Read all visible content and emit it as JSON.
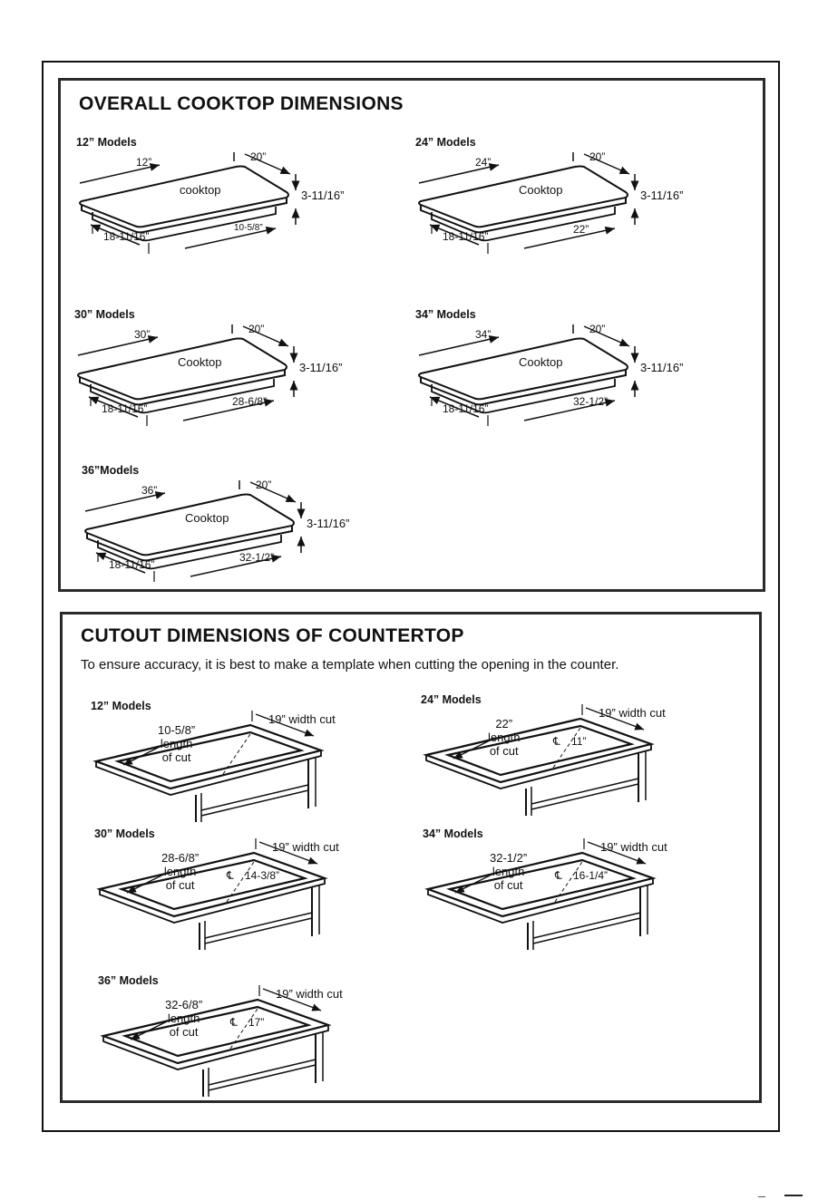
{
  "overall": {
    "title": "OVERALL COOKTOP DIMENSIONS",
    "models": [
      {
        "label": "12” Models",
        "width": "12”",
        "depth": "20”",
        "name": "cooktop",
        "height": "3-11/16”",
        "bottom_depth": "18-11/16”",
        "bottom_width": "10-5/8”"
      },
      {
        "label": "24” Models",
        "width": "24”",
        "depth": "20”",
        "name": "Cooktop",
        "height": "3-11/16”",
        "bottom_depth": "18-11/16”",
        "bottom_width": "22”"
      },
      {
        "label": "30” Models",
        "width": "30”",
        "depth": "20”",
        "name": "Cooktop",
        "height": "3-11/16”",
        "bottom_depth": "18-11/16”",
        "bottom_width": "28-6/8”"
      },
      {
        "label": "34” Models",
        "width": "34”",
        "depth": "20”",
        "name": "Cooktop",
        "height": "3-11/16”",
        "bottom_depth": "18-11/16”",
        "bottom_width": "32-1/2”"
      },
      {
        "label": "36”Models",
        "width": "36”",
        "depth": "20”",
        "name": "Cooktop",
        "height": "3-11/16”",
        "bottom_depth": "18-11/16”",
        "bottom_width": "32-1/2”"
      }
    ]
  },
  "cutout": {
    "title": "CUTOUT DIMENSIONS OF COUNTERTOP",
    "intro": "To ensure accuracy, it is best to make a template when cutting the opening in the counter.",
    "models": [
      {
        "label": "12” Models",
        "length": "10-5/8”",
        "width_cut": "19” width cut",
        "center": ""
      },
      {
        "label": "24” Models",
        "length": "22”",
        "width_cut": "19” width cut",
        "center": "11”"
      },
      {
        "label": "30” Models",
        "length": "28-6/8”",
        "width_cut": "19” width cut",
        "center": "14-3/8”"
      },
      {
        "label": "34” Models",
        "length": "32-1/2”",
        "width_cut": "19” width cut",
        "center": "16-1/4”"
      },
      {
        "label": "36” Models",
        "length": "32-6/8”",
        "width_cut": "19” width cut",
        "center": "17”"
      }
    ],
    "length_word": "length",
    "of_cut": "of cut",
    "centerline_symbol": "℄"
  }
}
